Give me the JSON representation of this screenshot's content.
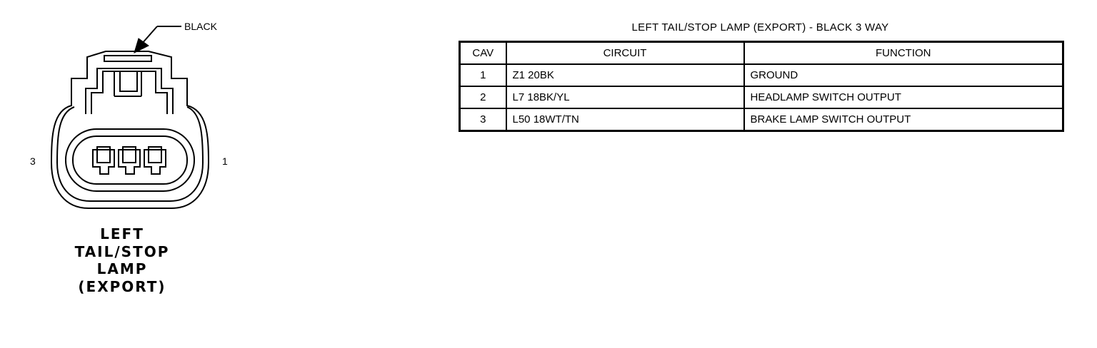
{
  "connector": {
    "color_label": "BLACK",
    "cavity_left_label": "3",
    "cavity_right_label": "1",
    "caption_lines": [
      "LEFT",
      "TAIL/STOP",
      "LAMP",
      "(EXPORT)"
    ]
  },
  "table": {
    "title": "LEFT TAIL/STOP LAMP (EXPORT) - BLACK 3 WAY",
    "headers": [
      "CAV",
      "CIRCUIT",
      "FUNCTION"
    ],
    "rows": [
      {
        "cav": "1",
        "circuit": "Z1  20BK",
        "function": "GROUND"
      },
      {
        "cav": "2",
        "circuit": "L7  18BK/YL",
        "function": "HEADLAMP SWITCH OUTPUT"
      },
      {
        "cav": "3",
        "circuit": "L50  18WT/TN",
        "function": "BRAKE LAMP SWITCH OUTPUT"
      }
    ]
  },
  "colors": {
    "line": "#000000",
    "background": "#ffffff"
  }
}
